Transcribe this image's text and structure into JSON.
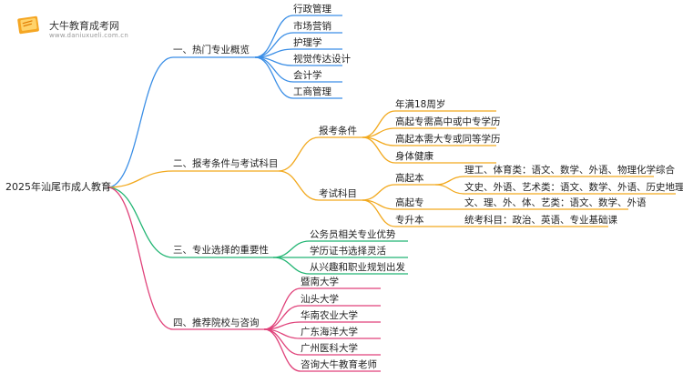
{
  "logo": {
    "name": "大牛教育成考网",
    "url": "www.daniuxueli.com.cn"
  },
  "root": "2025年汕尾市成人教育",
  "branches": [
    {
      "label": "一、热门专业概览",
      "color": "#3a8ee6",
      "items": [
        "行政管理",
        "市场营销",
        "护理学",
        "视觉传达设计",
        "会计学",
        "工商管理"
      ]
    },
    {
      "label": "二、报考条件与考试科目",
      "color": "#f2a91e",
      "sub": [
        {
          "label": "报考条件",
          "items": [
            "年满18周岁",
            "高起专需高中或中专学历",
            "高起本需大专或同等学历",
            "身体健康"
          ]
        },
        {
          "label": "考试科目",
          "items": [
            {
              "label": "高起本",
              "details": [
                "理工、体育类：语文、数学、外语、物理化学综合",
                "文史、外语、艺术类：语文、数学、外语、历史地理综合"
              ]
            },
            {
              "label": "高起专",
              "details": [
                "文、理、外、体、艺类：语文、数学、外语"
              ]
            },
            {
              "label": "专升本",
              "details": [
                "统考科目：政治、英语、专业基础课"
              ]
            }
          ]
        }
      ]
    },
    {
      "label": "三、专业选择的重要性",
      "color": "#22b573",
      "items": [
        "公务员相关专业优势",
        "学历证书选择灵活",
        "从兴趣和职业规划出发"
      ]
    },
    {
      "label": "四、推荐院校与咨询",
      "color": "#e0427a",
      "items": [
        "暨南大学",
        "汕头大学",
        "华南农业大学",
        "广东海洋大学",
        "广州医科大学",
        "咨询大牛教育老师"
      ]
    }
  ]
}
